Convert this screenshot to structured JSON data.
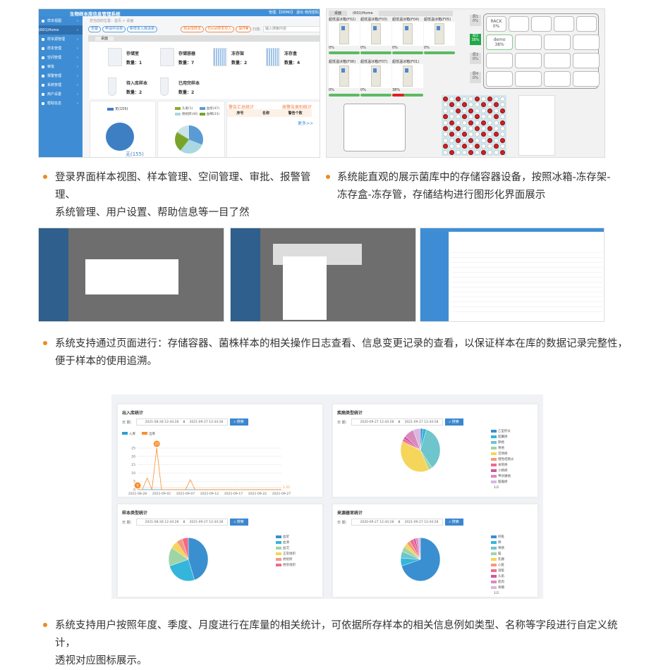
{
  "paragraphs": [
    "登录界面样本视图、样本管理、空间管理、审批、报警管理、系统管理、用户设置、帮助信息等一目了然",
    "系统能直观的展示菌库中的存储容器设备，按照冰箱-冻存架-冻存盒-冻存管，存储结构进行图形化界面展示",
    "系统支持通过页面进行：存储容器、菌株样本的相关操作日志查看、信息变更记录的查看，以保证样本在库的数据记录完整性，便于样本的使用追溯。",
    "系统支持用户按照年度、季度、月度进行在库量的相关统计，可依据所存样本的相关信息例如类型、名称等字段进行自定义统计，透视对应图标展示。"
  ],
  "paragraph_lines": [
    [
      "登录界面样本视图、样本管理、空间管理、审批、报警管理、",
      "系统管理、用户设置、帮助信息等一目了然"
    ],
    [
      "系统能直观的展示菌库中的存储容器设备，按照冰箱-冻存架-",
      "冻存盒-冻存管，存储结构进行图形化界面展示"
    ],
    [
      "系统支持通过页面进行：存储容器、菌株样本的相关操作日志查看、信息变更记录的查看，以保证样本在库的数据记录完整性，",
      "便于样本的使用追溯。"
    ],
    [
      "系统支持用户按照年度、季度、月度进行在库量的相关统计，可依据所存样本的相关信息例如类型、名称等字段进行自定义统计，",
      "透视对应图标展示。"
    ]
  ],
  "accent": "#f08a1c",
  "shot1": {
    "title": "生物样本库信息管理系统",
    "user": "管理.【DEMO】",
    "logout": "退出",
    "change_pwd": "修改密码",
    "breadcrumb": "您当前的位置：首页 > 桌面",
    "tab": "桌面",
    "sidebar": [
      {
        "label": "样本视图"
      },
      {
        "label": "(R01)Home",
        "sub": true
      },
      {
        "label": "样本源管理"
      },
      {
        "label": "样本管理"
      },
      {
        "label": "空间管理"
      },
      {
        "label": "审批"
      },
      {
        "label": "报警管理"
      },
      {
        "label": "系统管理"
      },
      {
        "label": "用户设置"
      },
      {
        "label": "帮助信息"
      }
    ],
    "buttons": [
      "告警",
      "申请中清单",
      "新样本入库清单"
    ],
    "buttons_orange": [
      "预添加样本",
      "Excel样本导入",
      "操作▼"
    ],
    "scan_label": "扫描:",
    "search_placeholder": "输入搜索内容",
    "tiles": [
      {
        "name": "存储室",
        "count": "数量：1"
      },
      {
        "name": "存储容器",
        "count": "数量：7"
      },
      {
        "name": "冻存架",
        "count": "数量：2"
      },
      {
        "name": "冻存盒",
        "count": "数量：4"
      },
      {
        "name": "待入库样本",
        "count": "数量：2"
      },
      {
        "name": "已用完样本",
        "count": "数量：2"
      }
    ],
    "pie1_legend": "无(155)",
    "pie1_label": "无(155)",
    "pie2_legend": [
      "头发(1)",
      "血浆(47)",
      "癌组织(46)",
      "血细(33)"
    ],
    "pie2_colors": [
      "#8aab2c",
      "#5b9bd5",
      "#a8d8e0",
      "#7aa32a"
    ],
    "pie2_values": [
      1,
      47,
      46,
      33,
      3,
      25
    ],
    "warn_title": "警告汇总统计",
    "warn_by_type": "按警告类别统计",
    "warn_cols": [
      "序号",
      "名称",
      "警告个数"
    ],
    "more": "更多>>"
  },
  "shot2": {
    "tabs": [
      "桌面",
      "(R01)Home"
    ],
    "fridges": [
      {
        "name": "超低温冰箱(F02)",
        "pct": "0%",
        "fill": 0
      },
      {
        "name": "超低温冰箱(F03)",
        "pct": "0%",
        "fill": 0
      },
      {
        "name": "超低温冰箱(F04)",
        "pct": "0%",
        "fill": 0
      },
      {
        "name": "超低温冰箱(F05)",
        "pct": "0%",
        "fill": 0
      },
      {
        "name": "超低温冰箱(F06)",
        "pct": "0%",
        "fill": 0
      },
      {
        "name": "超低温冰箱(F07)",
        "pct": "0%",
        "fill": 0
      },
      {
        "name": "超低温冰箱(F01)",
        "pct": "38%",
        "fill": 0.38
      }
    ],
    "layers": [
      {
        "label": "层1",
        "pct": "0%"
      },
      {
        "label": "层2",
        "pct": "38%",
        "active": true
      },
      {
        "label": "层3",
        "pct": "0%"
      },
      {
        "label": "层4",
        "pct": "0%"
      }
    ],
    "rack_cells": [
      {
        "label": "RACK",
        "pct": "0%"
      },
      {
        "label": "demo",
        "pct": "38%"
      }
    ]
  },
  "stats": {
    "date_label": "日 期：",
    "search": "搜索",
    "cards": [
      {
        "title": "出入库统计",
        "from": "2021-08-28 12:44:28",
        "to": "2021-09-27 12:44:28"
      },
      {
        "title": "疾病类型统计",
        "from": "2020-09-27 12:44:28",
        "to": "2021-09-27 12:44:28"
      },
      {
        "title": "样本类型统计",
        "from": "2021-08-28 12:44:28",
        "to": "2021-09-27 12:44:28"
      },
      {
        "title": "来源器官统计",
        "from": "2020-09-27 12:44:28",
        "to": "2021-09-27 12:44:28"
      }
    ],
    "line_legend": [
      "入库",
      "出库"
    ],
    "line_colors": [
      "#2a9fd6",
      "#f7902b"
    ]
  },
  "chart_data": [
    {
      "type": "line",
      "title": "出入库统计",
      "categories": [
        "2021-08-28",
        "2021-09-02",
        "2021-09-07",
        "2021-09-12",
        "2021-09-17",
        "2021-09-22",
        "2021-09-27"
      ],
      "y_ticks": [
        0,
        5,
        10,
        15,
        20,
        25
      ],
      "ylim": [
        0,
        25
      ],
      "series": [
        {
          "name": "入库",
          "points": [
            [
              0,
              0
            ],
            [
              30,
              0
            ]
          ]
        },
        {
          "name": "出库",
          "points": [
            [
              0,
              0
            ],
            [
              1,
              0
            ],
            [
              2,
              7
            ],
            [
              3,
              0
            ],
            [
              4,
              25
            ],
            [
              5,
              0
            ],
            [
              10,
              0
            ],
            [
              11,
              6
            ],
            [
              12,
              0
            ],
            [
              30,
              0
            ]
          ]
        }
      ],
      "markers": [
        "0",
        "25"
      ],
      "markline": "1.25"
    },
    {
      "type": "pie",
      "title": "疾病类型统计",
      "legend": [
        "乙型肝炎",
        "胆囊癌",
        "肺癌",
        "胃癌",
        "宫颈癌",
        "慢性结肠炎",
        "食管癌",
        "小肠癌",
        "甲状腺癌",
        "脑瘤癌"
      ],
      "colors": [
        "#3a8fd0",
        "#35b5dc",
        "#6ec5cc",
        "#9fd4a8",
        "#f5d55a",
        "#f39a7f",
        "#ef6a8a",
        "#d0579f",
        "#d98abd",
        "#d9b6e0"
      ],
      "values": [
        2,
        3,
        35,
        3,
        38,
        1,
        2,
        2,
        8,
        6
      ],
      "pager": "1/2"
    },
    {
      "type": "pie",
      "title": "样本类型统计",
      "legend": [
        "血浆",
        "血清",
        "血沉",
        "正常组织",
        "癌组织",
        "癌旁组织"
      ],
      "colors": [
        "#3a8fd0",
        "#35b5dc",
        "#9fd4a8",
        "#f5d55a",
        "#f39a7f",
        "#ef6a8a"
      ],
      "values": [
        45,
        25,
        14,
        6,
        5,
        5
      ]
    },
    {
      "type": "pie",
      "title": "来源器官统计",
      "legend": [
        "肝脏",
        "肺",
        "胃肠",
        "脑",
        "乳腺",
        "心脏",
        "肾脏",
        "头肌",
        "肌肉",
        "骨骼"
      ],
      "colors": [
        "#3a8fd0",
        "#35b5dc",
        "#6ec5cc",
        "#9fd4a8",
        "#f5d55a",
        "#f39a7f",
        "#ef6a8a",
        "#d0579f",
        "#d98abd",
        "#d9b6e0"
      ],
      "values": [
        70,
        6,
        5,
        4,
        3,
        3,
        3,
        2,
        2,
        2
      ],
      "pager": "1/2"
    }
  ]
}
